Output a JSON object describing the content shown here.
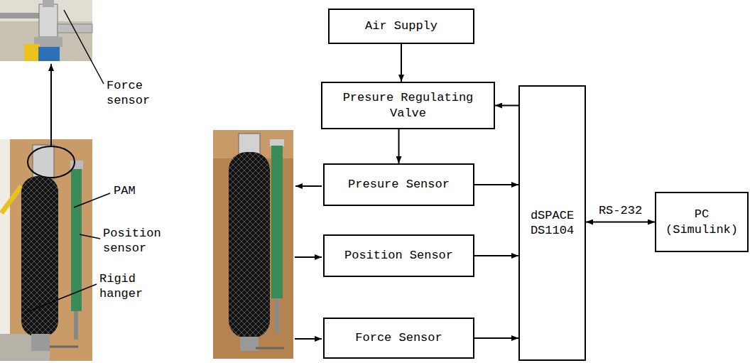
{
  "diagram": {
    "nodes": [
      {
        "text": [
          "Air Supply"
        ]
      },
      {
        "text": [
          "Presure Regulating Valve"
        ]
      },
      {
        "text": [
          "Presure Sensor"
        ]
      },
      {
        "text": [
          "Position Sensor"
        ]
      },
      {
        "text": [
          "Force Sensor"
        ]
      },
      {
        "text": [
          "dSPACE DS1104"
        ]
      },
      {
        "text": [
          "PC (Simulink)"
        ]
      }
    ],
    "edges": [
      {
        "from": 0,
        "to": 1,
        "arrow": "to"
      },
      {
        "from": 5,
        "to": 1,
        "arrow": "to"
      },
      {
        "from": 1,
        "to": 2,
        "arrow": "to"
      },
      {
        "from": 2,
        "to": 5,
        "arrow": "to"
      },
      {
        "from": 3,
        "to": 5,
        "arrow": "to"
      },
      {
        "from": 4,
        "to": 5,
        "arrow": "to"
      },
      {
        "from": 5,
        "to": 6,
        "label": "RS-232",
        "arrow": "both"
      }
    ],
    "labels": [
      "Force sensor",
      "PAM",
      "Position sensor",
      "Rigid hanger"
    ]
  }
}
